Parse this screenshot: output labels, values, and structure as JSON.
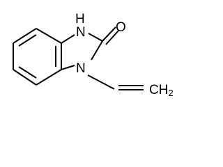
{
  "molecule": {
    "labels": {
      "nh_n": "N",
      "nh_h": "H",
      "n_vinyl": "N",
      "oxygen": "O",
      "ch2_c": "CH",
      "ch2_sub": "2"
    }
  }
}
